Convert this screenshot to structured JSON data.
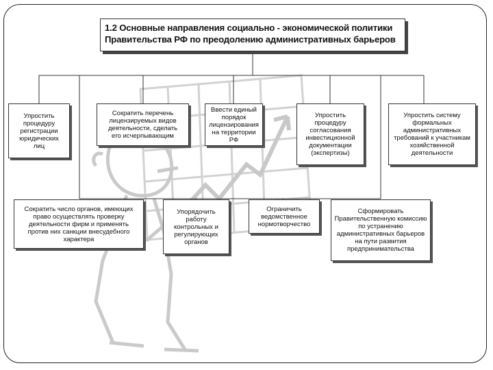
{
  "title": "1.2 Основные направления социально - экономической политики\nПравительства РФ по преодолению административных барьеров",
  "boxes": {
    "b1": "Упростить\nпроцедуру\nрегистрации\nюридических\nлиц",
    "b2": "Сократить перечень\nлицензируемых видов\nдеятельности, сделать\nего исчерпывающим",
    "b3": "Ввести единый\nпорядок\nлицензирования\nна территории РФ",
    "b4": "Упростить\nпроцедуру\nсогласования\nинвестиционной\nдокументации\n(экспертизы)",
    "b5": "Упростить систему\nформальных\nадминистративных\nтребований к участникам\nхозяйственной\nдеятельности",
    "b6": "Сократить число органов, имеющих\nправо осуществлять проверку\nдеятельности фирм и применять\nпротив них санкции внесудебного\nхарактера",
    "b7": "Упорядочить\nработу\nконтрольных и\nрегулирующих\nорганов",
    "b8": "Ограничить\nведомственное\nнормотворчество",
    "b9": "Сформировать\nПравительственную комиссию\nпо устранению\nадминистративных барьеров\nна пути развития\nпредпринимательства"
  },
  "colors": {
    "line": "#333333",
    "background_art": "#cfcfcf"
  }
}
